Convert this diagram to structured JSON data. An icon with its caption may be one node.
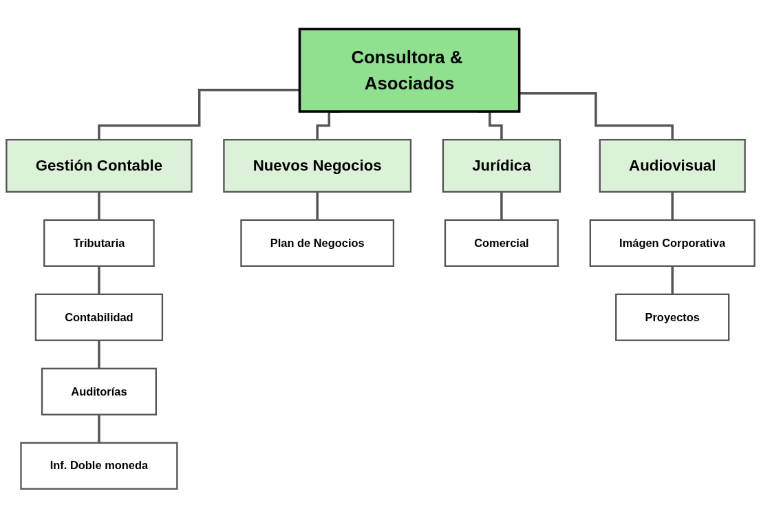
{
  "diagram": {
    "nodes": [
      {
        "text": [
          "Consultora & Asociados"
        ]
      },
      {
        "text": [
          "Gestión Contable"
        ]
      },
      {
        "text": [
          "Nuevos Negocios"
        ]
      },
      {
        "text": [
          "Jurídica"
        ]
      },
      {
        "text": [
          "Audiovisual"
        ]
      },
      {
        "text": [
          "Tributaria"
        ]
      },
      {
        "text": [
          "Contabilidad"
        ]
      },
      {
        "text": [
          "Auditorías"
        ]
      },
      {
        "text": [
          "Inf. Doble moneda"
        ]
      },
      {
        "text": [
          "Plan de Negocios"
        ]
      },
      {
        "text": [
          "Comercial"
        ]
      },
      {
        "text": [
          "Imágen Corporativa"
        ]
      },
      {
        "text": [
          "Proyectos"
        ]
      }
    ],
    "edges": [
      {
        "from": 0,
        "to": 1,
        "arrow": "none"
      },
      {
        "from": 0,
        "to": 2,
        "arrow": "none"
      },
      {
        "from": 0,
        "to": 3,
        "arrow": "none"
      },
      {
        "from": 0,
        "to": 4,
        "arrow": "none"
      },
      {
        "from": 1,
        "to": 5,
        "arrow": "none"
      },
      {
        "from": 5,
        "to": 6,
        "arrow": "none"
      },
      {
        "from": 6,
        "to": 7,
        "arrow": "none"
      },
      {
        "from": 7,
        "to": 8,
        "arrow": "none"
      },
      {
        "from": 2,
        "to": 9,
        "arrow": "none"
      },
      {
        "from": 3,
        "to": 10,
        "arrow": "none"
      },
      {
        "from": 4,
        "to": 11,
        "arrow": "none"
      },
      {
        "from": 11,
        "to": 12,
        "arrow": "none"
      }
    ]
  }
}
